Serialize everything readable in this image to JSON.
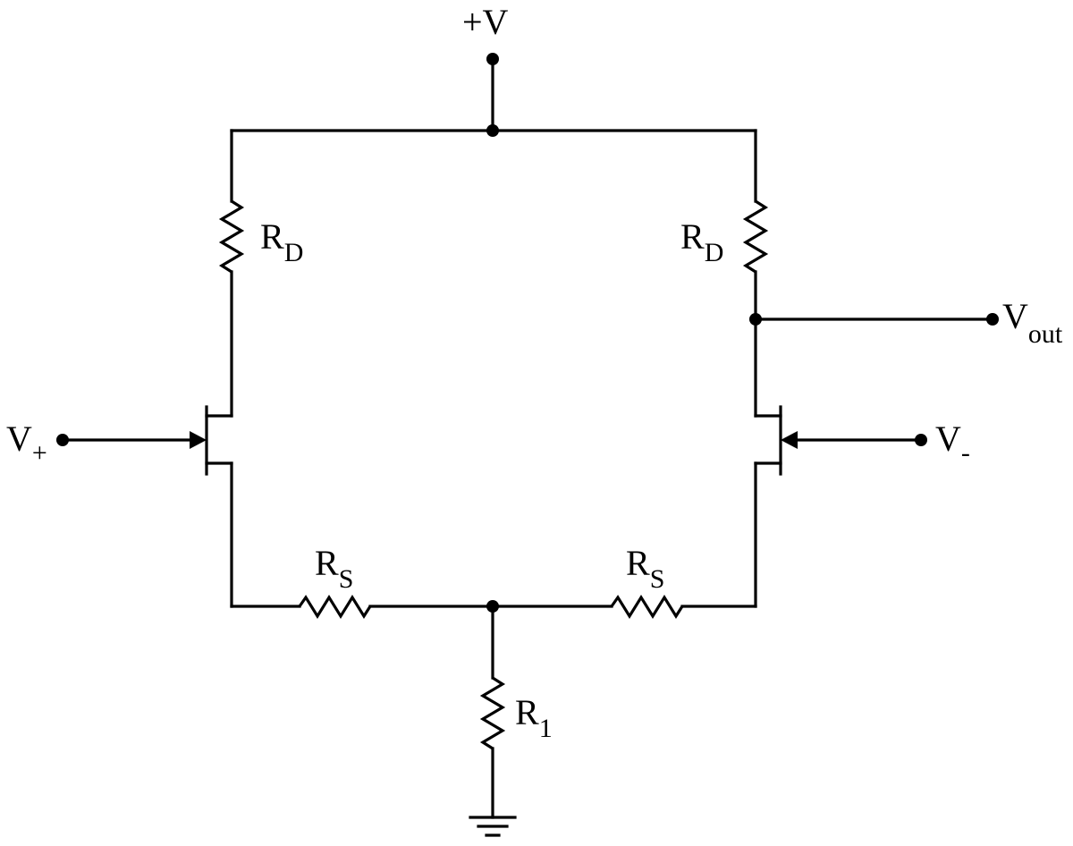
{
  "labels": {
    "supply": "+V",
    "vout_main": "V",
    "vout_sub": "out",
    "vplus_main": "V",
    "vplus_sub": "+",
    "vminus_main": "V",
    "vminus_sub": "-",
    "rd_left_main": "R",
    "rd_left_sub": "D",
    "rd_right_main": "R",
    "rd_right_sub": "D",
    "rs_left_main": "R",
    "rs_left_sub": "S",
    "rs_right_main": "R",
    "rs_right_sub": "S",
    "r1_main": "R",
    "r1_sub": "1"
  },
  "colors": {
    "ink": "#000000",
    "background": "#ffffff"
  },
  "icons": [
    "resistor-icon",
    "jfet-icon",
    "ground-icon",
    "terminal-dot-icon"
  ]
}
